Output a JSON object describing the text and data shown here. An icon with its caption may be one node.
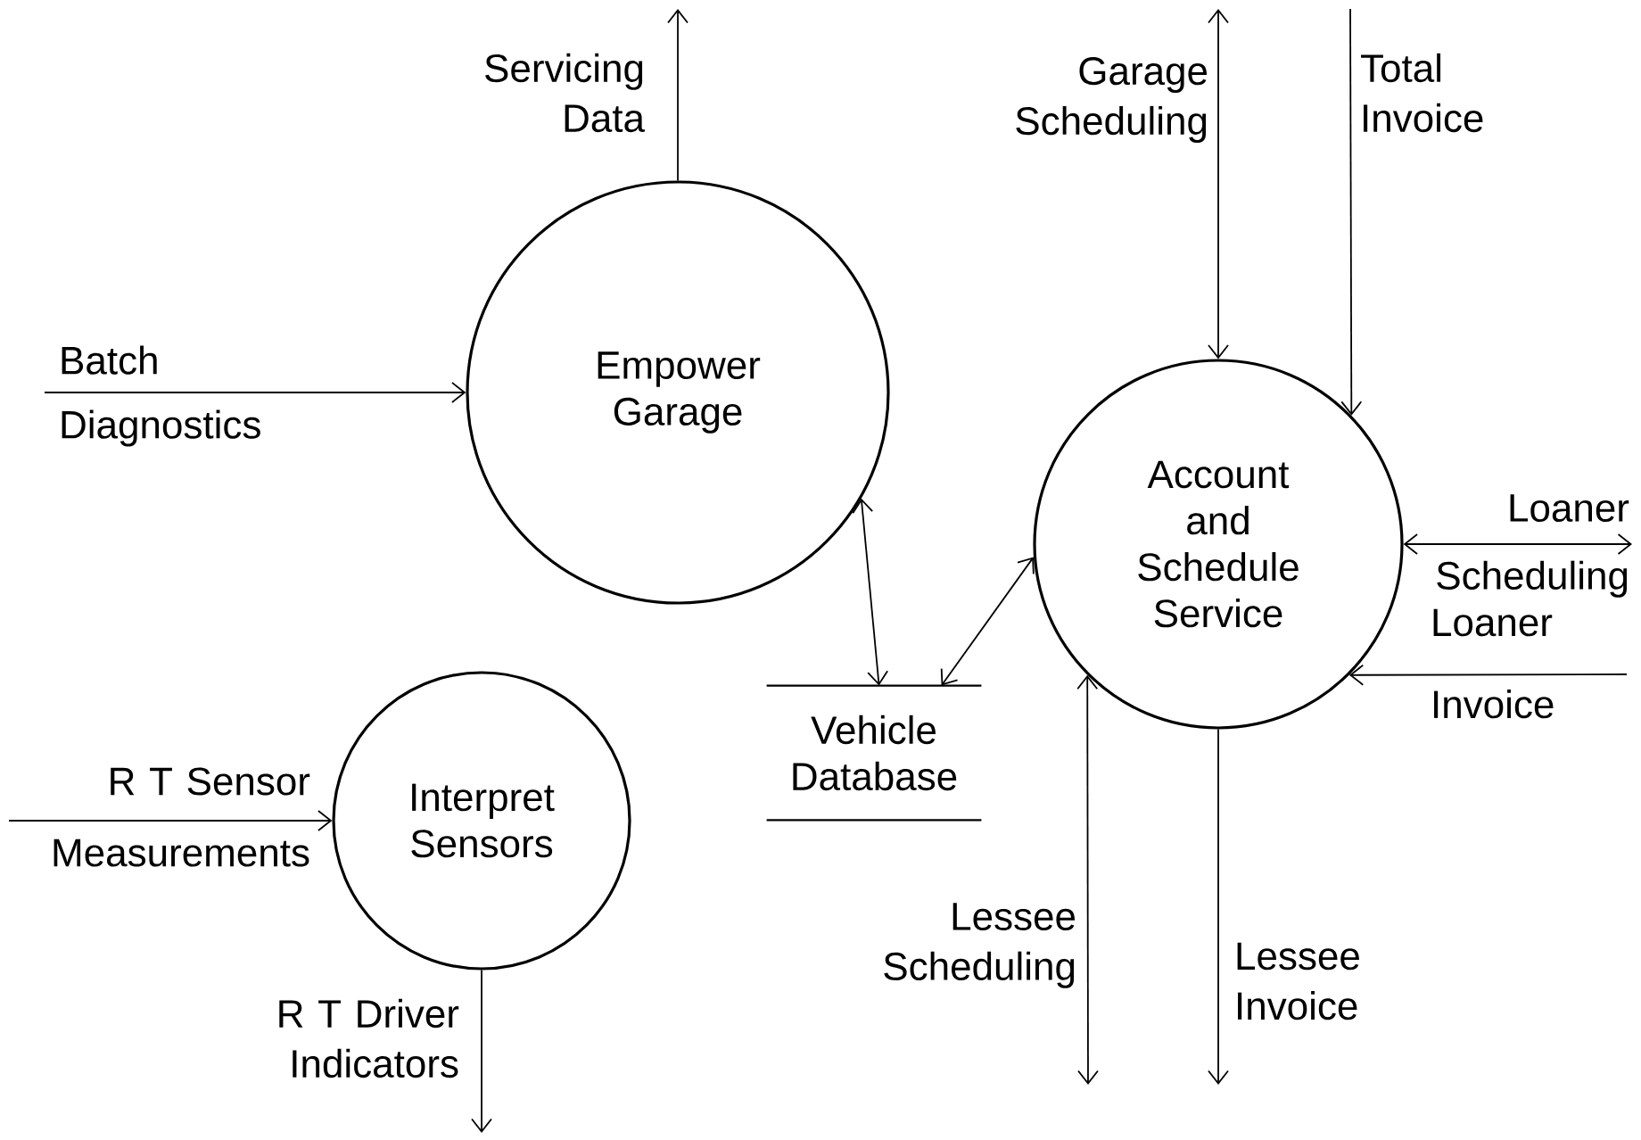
{
  "diagram": {
    "nodes": [
      {
        "text": [
          "Empower Garage"
        ]
      },
      {
        "text": [
          "Interpret Sensors"
        ]
      },
      {
        "text": [
          "Account and Schedule Service"
        ]
      },
      {
        "text": [
          "Vehicle Database"
        ]
      }
    ],
    "edges": [
      {
        "from": 0,
        "to": null,
        "arrow": "to",
        "label": "Servicing Data"
      },
      {
        "from": null,
        "to": 0,
        "arrow": "to",
        "label": "Batch Diagnostics"
      },
      {
        "from": 0,
        "to": 3,
        "arrow": "both"
      },
      {
        "from": 3,
        "to": 2,
        "arrow": "both"
      },
      {
        "from": null,
        "to": 2,
        "arrow": "both",
        "label": "Garage Scheduling"
      },
      {
        "from": null,
        "to": 2,
        "arrow": "to",
        "label": "Total Invoice"
      },
      {
        "from": 2,
        "to": null,
        "arrow": "both",
        "label": "Loaner Scheduling"
      },
      {
        "from": null,
        "to": 2,
        "arrow": "to",
        "label": "Loaner Invoice"
      },
      {
        "from": null,
        "to": 2,
        "arrow": "both",
        "label": "Lessee Scheduling"
      },
      {
        "from": 2,
        "to": null,
        "arrow": "to",
        "label": "Lessee Invoice"
      },
      {
        "from": null,
        "to": 1,
        "arrow": "to",
        "label": "R T Sensor Measurements"
      },
      {
        "from": 1,
        "to": null,
        "arrow": "to",
        "label": "R T Driver Indicators"
      }
    ]
  }
}
